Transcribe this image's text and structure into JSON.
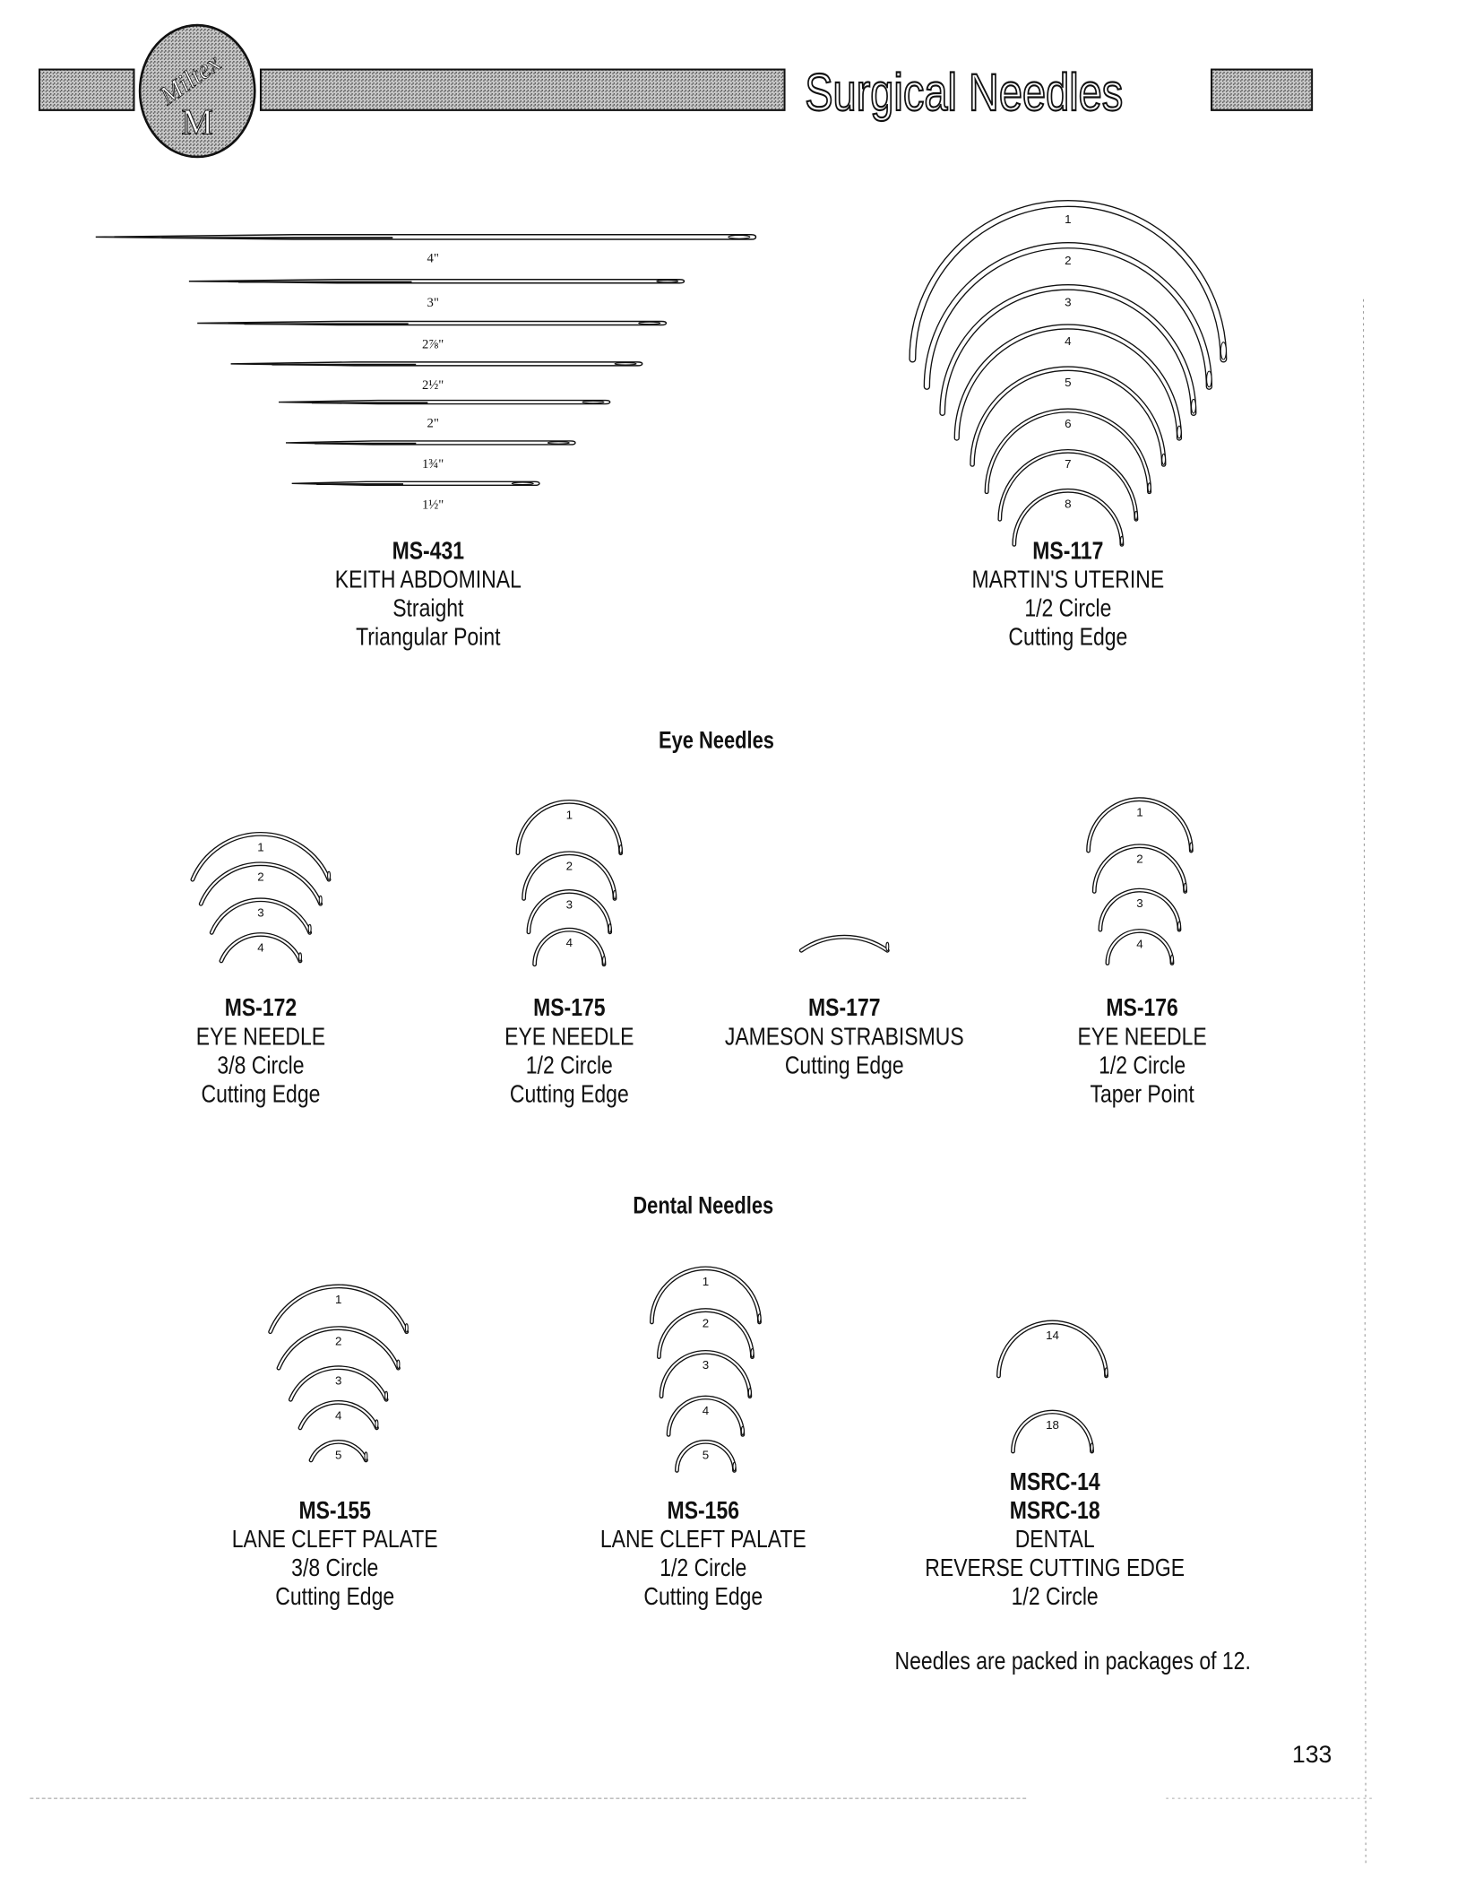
{
  "header": {
    "logo_text": "Miltex",
    "logo_letter": "M",
    "title": "Surgical Needles"
  },
  "straight": {
    "sizes": [
      "4\"",
      "3\"",
      "2⅞\"",
      "2½\"",
      "2\"",
      "1¾\"",
      "1½\""
    ],
    "product": {
      "code": "MS-431",
      "name": "KEITH ABDOMINAL",
      "line1": "Straight",
      "line2": "Triangular Point"
    }
  },
  "uterine": {
    "numbers": [
      "1",
      "2",
      "3",
      "4",
      "5",
      "6",
      "7",
      "8"
    ],
    "product": {
      "code": "MS-117",
      "name": "MARTIN'S UTERINE",
      "line1": "1/2 Circle",
      "line2": "Cutting Edge"
    }
  },
  "eye": {
    "heading": "Eye Needles",
    "products": [
      {
        "code": "MS-172",
        "name": "EYE NEEDLE",
        "line1": "3/8 Circle",
        "line2": "Cutting Edge",
        "numbers": [
          "1",
          "2",
          "3",
          "4"
        ]
      },
      {
        "code": "MS-175",
        "name": "EYE NEEDLE",
        "line1": "1/2 Circle",
        "line2": "Cutting Edge",
        "numbers": [
          "1",
          "2",
          "3",
          "4"
        ]
      },
      {
        "code": "MS-177",
        "name": "JAMESON STRABISMUS",
        "line1": "Cutting Edge"
      },
      {
        "code": "MS-176",
        "name": "EYE NEEDLE",
        "line1": "1/2 Circle",
        "line2": "Taper Point",
        "numbers": [
          "1",
          "2",
          "3",
          "4"
        ]
      }
    ]
  },
  "dental": {
    "heading": "Dental Needles",
    "products": [
      {
        "code": "MS-155",
        "name": "LANE CLEFT PALATE",
        "line1": "3/8 Circle",
        "line2": "Cutting Edge",
        "numbers": [
          "1",
          "2",
          "3",
          "4",
          "5"
        ]
      },
      {
        "code": "MS-156",
        "name": "LANE CLEFT PALATE",
        "line1": "1/2 Circle",
        "line2": "Cutting Edge",
        "numbers": [
          "1",
          "2",
          "3",
          "4",
          "5"
        ]
      },
      {
        "code": "MSRC-14",
        "code2": "MSRC-18",
        "name": "DENTAL",
        "line1": "REVERSE CUTTING EDGE",
        "line2": "1/2 Circle",
        "numbers": [
          "14",
          "18"
        ]
      }
    ]
  },
  "footer": {
    "note": "Needles are packed in packages of 12.",
    "page_number": "133"
  }
}
